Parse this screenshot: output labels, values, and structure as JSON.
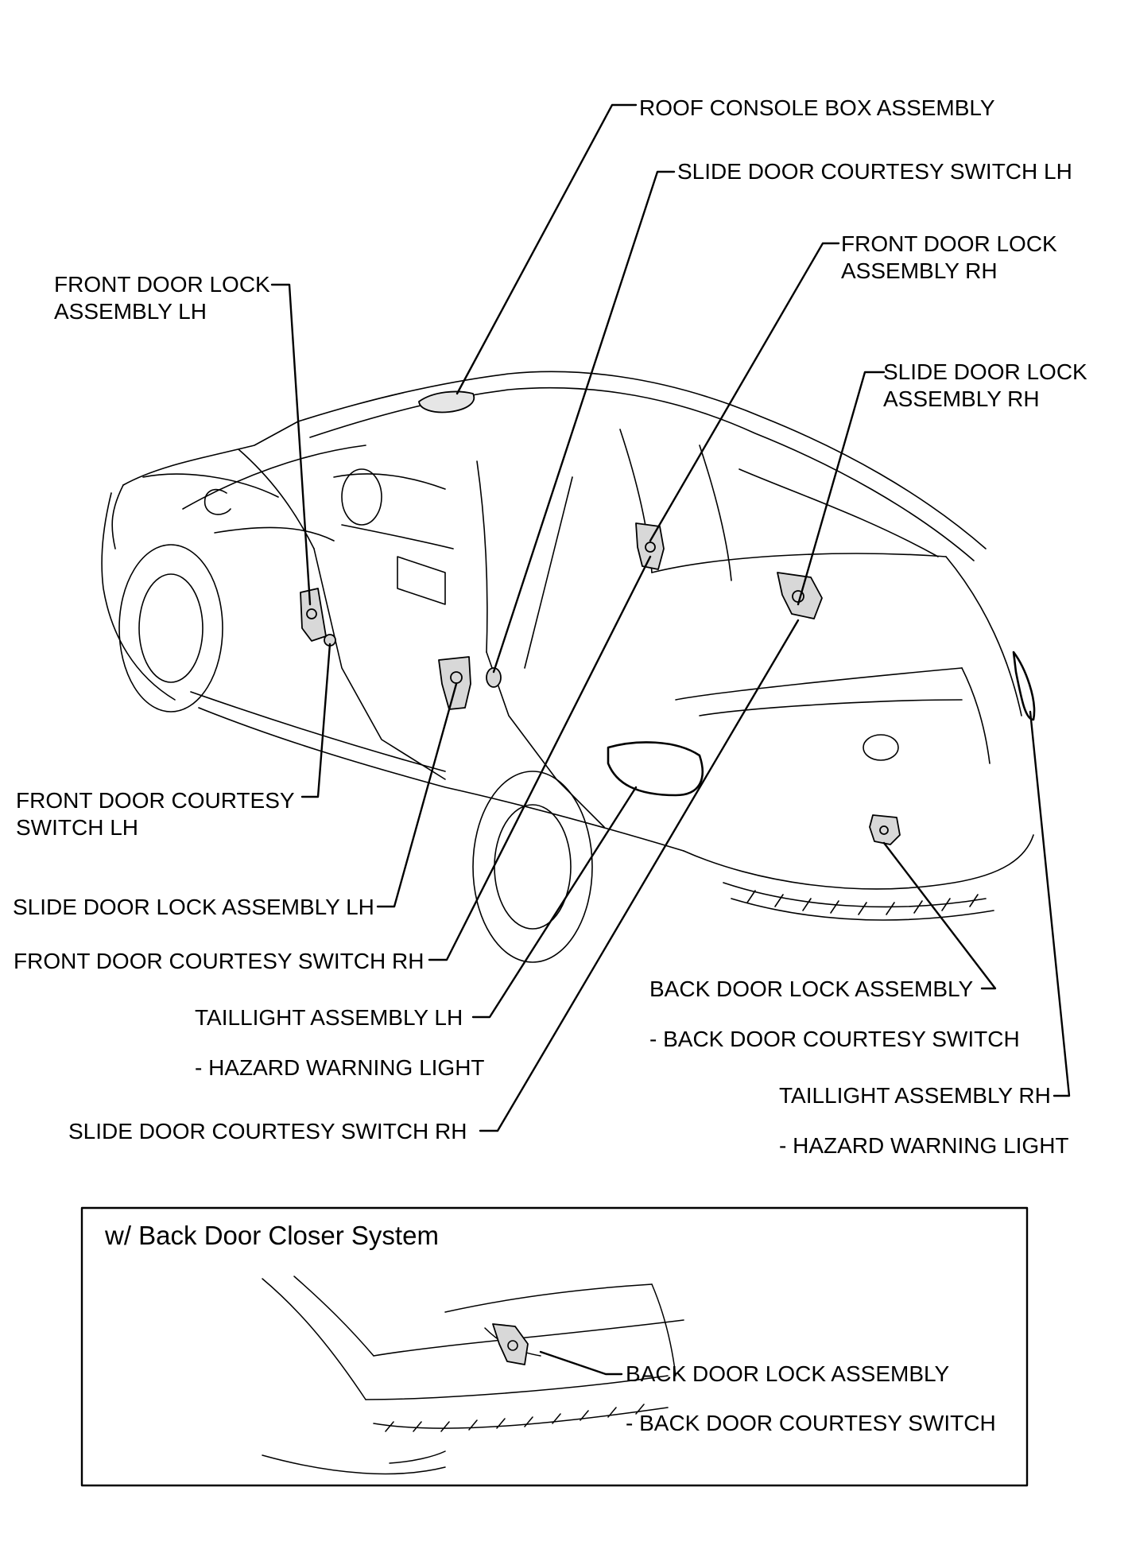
{
  "labels": {
    "roof_console": "ROOF CONSOLE BOX ASSEMBLY",
    "slide_courtesy_lh": "SLIDE DOOR COURTESY SWITCH LH",
    "front_lock_rh": [
      "FRONT DOOR LOCK",
      "ASSEMBLY RH"
    ],
    "front_lock_lh": [
      "FRONT DOOR LOCK",
      "ASSEMBLY LH"
    ],
    "slide_lock_rh": [
      "SLIDE DOOR LOCK",
      "ASSEMBLY RH"
    ],
    "front_courtesy_lh": [
      "FRONT DOOR COURTESY",
      "SWITCH LH"
    ],
    "slide_lock_lh": "SLIDE DOOR LOCK ASSEMBLY LH",
    "front_courtesy_rh": "FRONT DOOR COURTESY SWITCH RH",
    "taillight_lh": "TAILLIGHT ASSEMBLY LH",
    "hazard_lh": "- HAZARD WARNING LIGHT",
    "slide_courtesy_rh": "SLIDE DOOR COURTESY SWITCH RH",
    "back_lock": "BACK DOOR LOCK ASSEMBLY",
    "back_courtesy": "- BACK DOOR COURTESY SWITCH",
    "taillight_rh": "TAILLIGHT ASSEMBLY RH",
    "hazard_rh": "- HAZARD WARNING LIGHT"
  },
  "inset": {
    "title": "w/ Back Door Closer System",
    "back_lock": "BACK DOOR LOCK ASSEMBLY",
    "back_courtesy": "- BACK DOOR COURTESY SWITCH"
  },
  "colors": {
    "line": "#000000",
    "background": "#ffffff"
  }
}
